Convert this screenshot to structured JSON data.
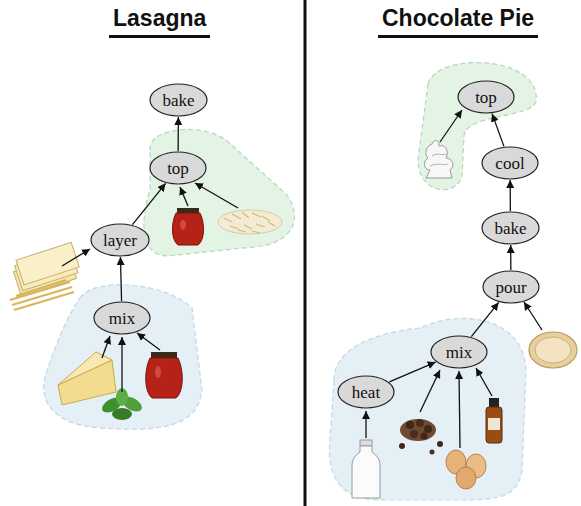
{
  "diagram": {
    "nodes": [
      {
        "text": [
          "bake"
        ]
      },
      {
        "text": [
          "top"
        ]
      },
      {
        "text": [
          "layer"
        ]
      },
      {
        "text": [
          "mix"
        ]
      },
      {
        "text": [
          "top"
        ]
      },
      {
        "text": [
          "cool"
        ]
      },
      {
        "text": [
          "bake"
        ]
      },
      {
        "text": [
          "pour"
        ]
      },
      {
        "text": [
          "mix"
        ]
      },
      {
        "text": [
          "heat"
        ]
      }
    ],
    "edges": [
      {
        "from": 1,
        "to": 0,
        "arrow": "to"
      },
      {
        "from": 2,
        "to": 1,
        "arrow": "to"
      },
      {
        "from": 3,
        "to": 2,
        "arrow": "to"
      },
      {
        "from": 5,
        "to": 4,
        "arrow": "to"
      },
      {
        "from": 6,
        "to": 5,
        "arrow": "to"
      },
      {
        "from": 7,
        "to": 6,
        "arrow": "to"
      },
      {
        "from": 8,
        "to": 7,
        "arrow": "to"
      },
      {
        "from": 9,
        "to": 8,
        "arrow": "to"
      }
    ],
    "labels": [
      "Lasagna",
      "Chocolate Pie"
    ]
  }
}
